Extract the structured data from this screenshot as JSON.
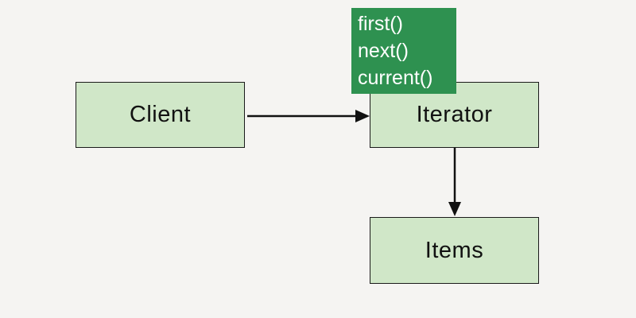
{
  "diagram": {
    "nodes": {
      "client": {
        "label": "Client"
      },
      "iterator": {
        "label": "Iterator"
      },
      "items": {
        "label": "Items"
      }
    },
    "methods_box": {
      "lines": [
        "first()",
        "next()",
        "current()"
      ]
    },
    "edges": [
      {
        "from": "client",
        "to": "iterator",
        "direction": "right"
      },
      {
        "from": "iterator",
        "to": "items",
        "direction": "down"
      }
    ],
    "colors": {
      "background": "#f5f4f2",
      "node_fill": "#d0e7c8",
      "node_border": "#1a1a1a",
      "methods_fill": "#2e9150",
      "methods_text": "#ffffff",
      "arrow": "#111111"
    }
  }
}
